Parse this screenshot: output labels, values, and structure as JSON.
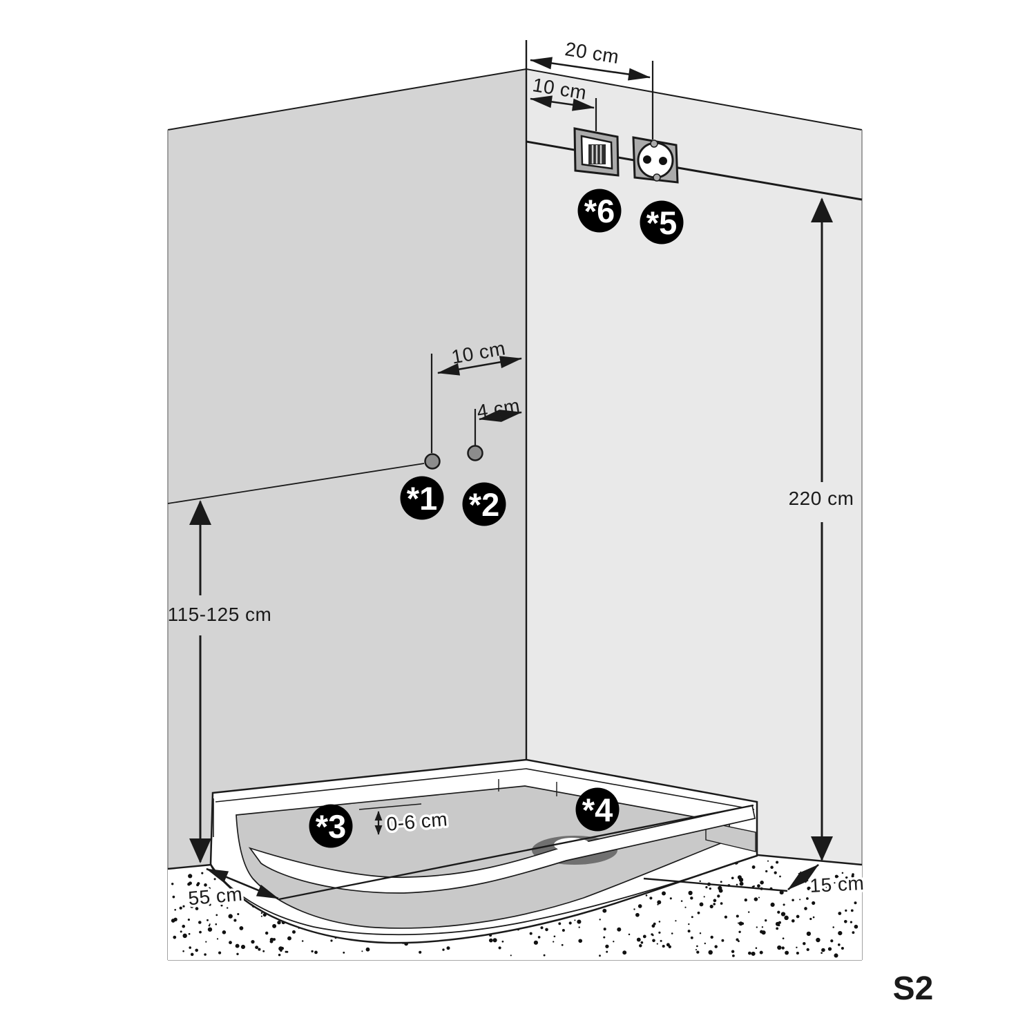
{
  "diagram_code": "S2",
  "labels": {
    "socket_offset": "20 cm",
    "switch_offset": "10 cm",
    "supply_offset": "10 cm",
    "supply_gap": "4 cm",
    "install_height": "220 cm",
    "mixer_height": "115-125 cm",
    "front_depth": "55 cm",
    "drain_offset": "15 cm",
    "rim_height": "0-6 cm"
  },
  "markers": {
    "m1": "*1",
    "m2": "*2",
    "m3": "*3",
    "m4": "*4",
    "m5": "*5",
    "m6": "*6"
  },
  "icons": {
    "switch": "wall-switch-icon",
    "socket": "power-socket-icon",
    "drain": "drain-icon"
  },
  "colors": {
    "wall_left": "#D4D4D4",
    "wall_right": "#E9E9E9",
    "basin": "#C9C9C9",
    "drain": "#707070",
    "icon_plate": "#ABABAB",
    "accent_red": "#CE2127",
    "ink": "#1A1A1A"
  }
}
